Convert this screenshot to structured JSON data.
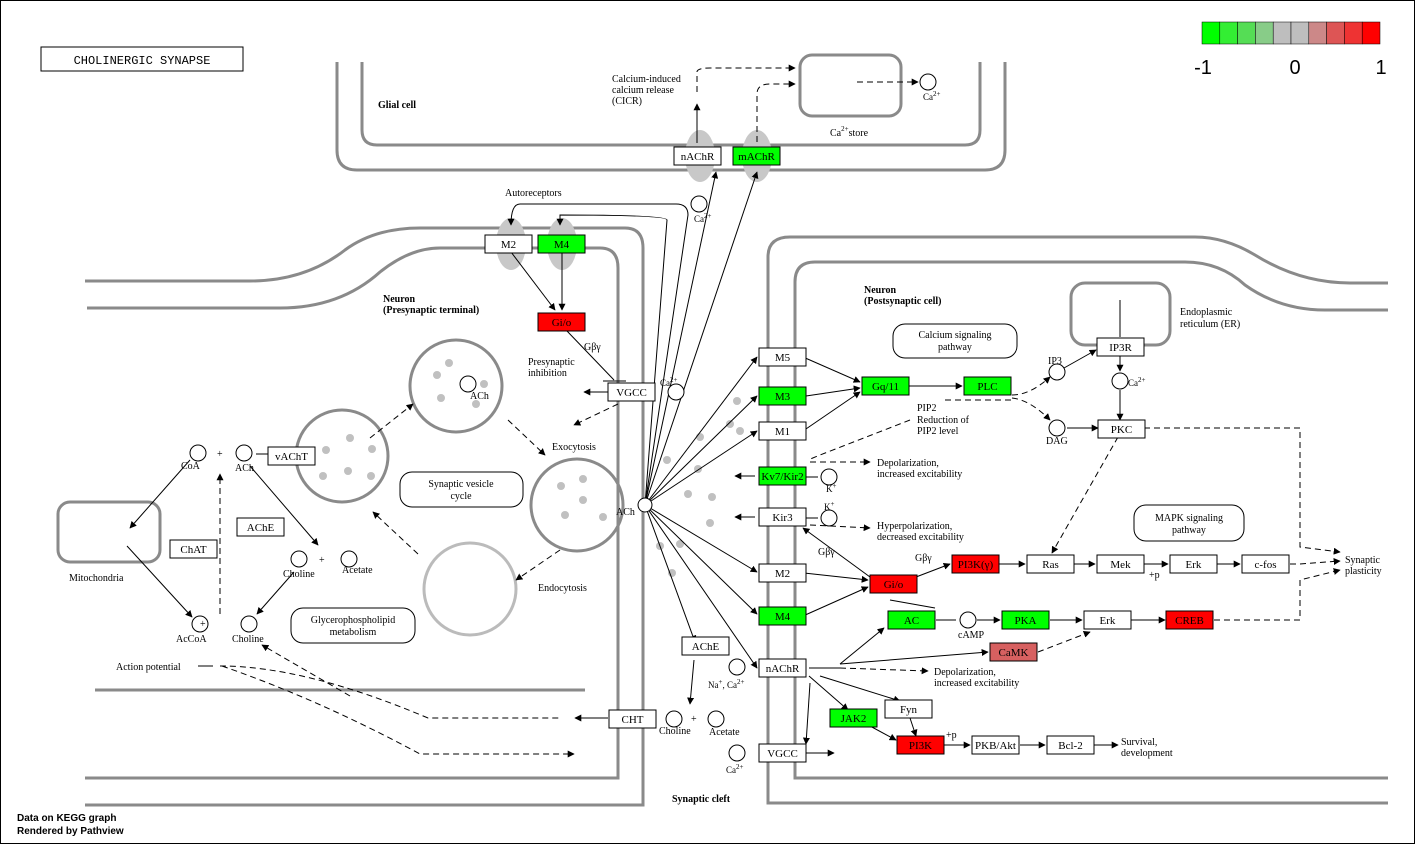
{
  "title": "CHOLINERGIC SYNAPSE",
  "legend": {
    "colors": [
      "#00ff00",
      "#33ee33",
      "#55dd55",
      "#88cc88",
      "#bebebe",
      "#bebebe",
      "#cc8888",
      "#dd5555",
      "#ee3333",
      "#ff0000"
    ],
    "ticks": [
      "-1",
      "0",
      "1"
    ]
  },
  "colors": {
    "up": "#ff0000",
    "down": "#00ff00",
    "mid_red": "#d76060",
    "none": "#ffffff",
    "membrane": "#808080"
  },
  "footer": {
    "line1": "Data on KEGG graph",
    "line2": "Rendered by Pathview"
  },
  "regions": {
    "glial": "Glial cell",
    "presyn": "Neuron",
    "presyn_sub": "(Presynaptic terminal)",
    "postsyn": "Neuron",
    "postsyn_sub": "(Postsynaptic cell)",
    "cleft": "Synaptic cleft",
    "er1": "Endoplasmic",
    "er2": "reticulum (ER)",
    "mito": "Mitochondria",
    "ca_store": "Ca",
    "ca_store_sup": "2+",
    "ca_store_suffix": "store"
  },
  "genes": {
    "nachr_glia": "nAChR",
    "machr_glia": "mAChR",
    "m2_pre": "M2",
    "m4_pre": "M4",
    "gio_pre": "Gi/o",
    "vgcc_pre": "VGCC",
    "vacht": "vAChT",
    "chat": "ChAT",
    "ache_pre": "AChE",
    "ache_cleft": "AChE",
    "cht": "CHT",
    "m5": "M5",
    "m3": "M3",
    "m1": "M1",
    "kir2": "Kv7/Kir2",
    "kir3": "Kir3",
    "m2_post": "M2",
    "m4_post": "M4",
    "nachr_post": "nAChR",
    "vgcc_post": "VGCC",
    "gq": "Gq/11",
    "plc": "PLC",
    "ip3r": "IP3R",
    "pkc": "PKC",
    "gio_post": "Gi/o",
    "pi3k_g": "PI3K(γ)",
    "ras": "Ras",
    "mek": "Mek",
    "erk1": "Erk",
    "cfos": "c-fos",
    "ac": "AC",
    "pka": "PKA",
    "erk2": "Erk",
    "creb": "CREB",
    "camk": "CaMK",
    "jak2": "JAK2",
    "fyn": "Fyn",
    "pi3k": "PI3K",
    "pkb": "PKB/Akt",
    "bcl2": "Bcl-2"
  },
  "pathways": {
    "calcium": [
      "Calcium signaling",
      "pathway"
    ],
    "mapk": [
      "MAPK signaling",
      "pathway"
    ],
    "vesicle": [
      "Synaptic vesicle",
      "cycle"
    ],
    "glycero": [
      "Glycerophospholipid",
      "metabolism"
    ]
  },
  "labels": {
    "cicr1": "Calcium-induced",
    "cicr2": "calcium release",
    "cicr3": "(CICR)",
    "autoreceptors": "Autoreceptors",
    "gby1": "Gβγ",
    "gby2": "Gβγ",
    "gby3": "Gβγ",
    "presyn_inh1": "Presynaptic",
    "presyn_inh2": "inhibition",
    "exocytosis": "Exocytosis",
    "endocytosis": "Endocytosis",
    "ach_vesicle": "ACh",
    "ach_cleft": "ACh",
    "ach_pre": "ACh",
    "coa": "CoA",
    "accoa": "AcCoA",
    "choline1": "Choline",
    "choline2": "Choline",
    "choline3": "Choline",
    "acetate1": "Acetate",
    "acetate2": "Acetate",
    "action_potential": "Action potential",
    "ca_glia": "Ca",
    "ca_nachr": "Ca",
    "ca_vgcc_pre": "Ca",
    "ca_ip3": "Ca",
    "ca_vgcc_post": "Ca",
    "sup2": "2+",
    "sup1": "+",
    "k1": "K",
    "k2": "K",
    "na": "Na",
    "naca": ", Ca",
    "pip2": "PIP2",
    "reduction1": "Reduction of",
    "reduction2": "PIP2 level",
    "ip3": "IP3",
    "dag": "DAG",
    "depol1": "Depolarization,",
    "depol2": "increased excitability",
    "hyper1": "Hyperpolarization,",
    "hyper2": "decreased excitability",
    "depol3": "Depolarization,",
    "depol4": "increased excitability",
    "camp": "cAMP",
    "plus_p1": "+p",
    "plus_p2": "+p",
    "synaptic1": "Synaptic",
    "synaptic2": "plasticity",
    "survival1": "Survival,",
    "survival2": "development",
    "plus": "+"
  }
}
